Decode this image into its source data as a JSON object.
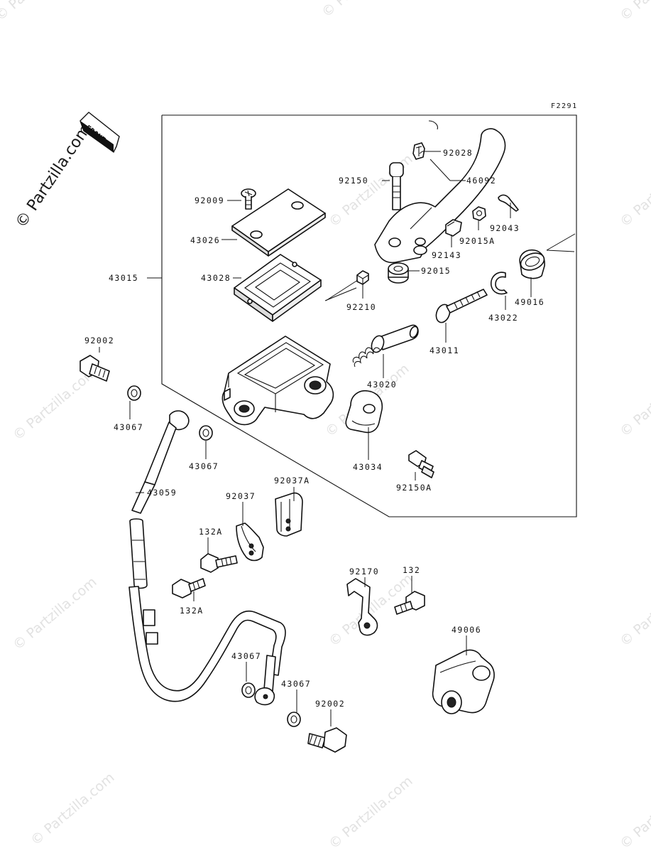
{
  "figure_code": "F2291",
  "watermark": "© Partzilla.com",
  "brand": "© Partzilla.com",
  "front_marker": "FRONT",
  "labels": {
    "p92028": "92028",
    "p92150": "92150",
    "p46092": "46092",
    "p92009": "92009",
    "p92043": "92043",
    "p92015A": "92015A",
    "p43026": "43026",
    "p92143": "92143",
    "p43015": "43015",
    "p43028": "43028",
    "p92015": "92015",
    "p49016": "49016",
    "p92210": "92210",
    "p43022": "43022",
    "p92002a": "92002",
    "p43011": "43011",
    "p43020": "43020",
    "p43067a": "43067",
    "p43067b": "43067",
    "p43034": "43034",
    "p92150A": "92150A",
    "p43059": "43059",
    "p92037A": "92037A",
    "p92037": "92037",
    "p132Aa": "132A",
    "p132Ab": "132A",
    "p92170": "92170",
    "p132": "132",
    "p49006": "49006",
    "p43067c": "43067",
    "p43067d": "43067",
    "p92002b": "92002"
  }
}
